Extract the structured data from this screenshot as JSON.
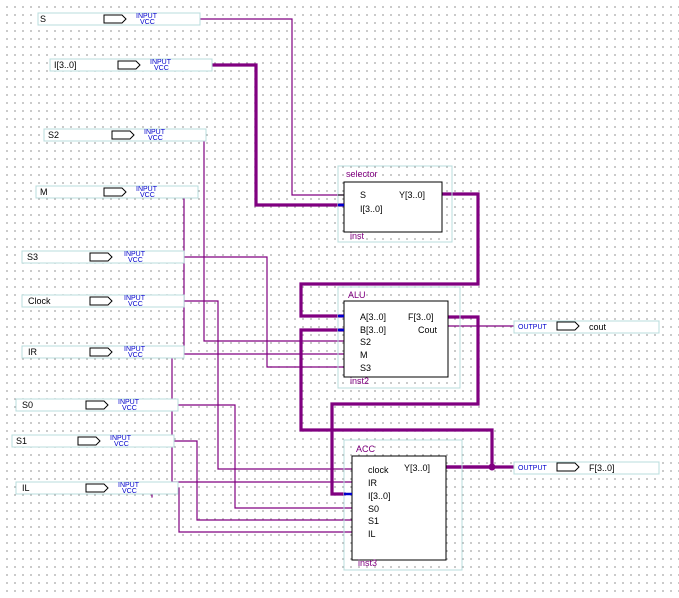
{
  "inputs": {
    "S": {
      "label": "S",
      "kind_top": "INPUT",
      "kind_bottom": "VCC"
    },
    "I": {
      "label": "I[3..0]",
      "kind_top": "INPUT",
      "kind_bottom": "VCC"
    },
    "S2": {
      "label": "S2",
      "kind_top": "INPUT",
      "kind_bottom": "VCC"
    },
    "M": {
      "label": "M",
      "kind_top": "INPUT",
      "kind_bottom": "VCC"
    },
    "S3": {
      "label": "S3",
      "kind_top": "INPUT",
      "kind_bottom": "VCC"
    },
    "Clock": {
      "label": "Clock",
      "kind_top": "INPUT",
      "kind_bottom": "VCC"
    },
    "IR": {
      "label": "IR",
      "kind_top": "INPUT",
      "kind_bottom": "VCC"
    },
    "S0": {
      "label": "S0",
      "kind_top": "INPUT",
      "kind_bottom": "VCC"
    },
    "S1": {
      "label": "S1",
      "kind_top": "INPUT",
      "kind_bottom": "VCC"
    },
    "IL": {
      "label": "IL",
      "kind_top": "INPUT",
      "kind_bottom": "VCC"
    }
  },
  "outputs": {
    "cout": {
      "label": "cout",
      "kind": "OUTPUT"
    },
    "F": {
      "label": "F[3..0]",
      "kind": "OUTPUT"
    }
  },
  "blocks": {
    "selector": {
      "title": "selector",
      "instance": "inst",
      "ports_in": [
        "S",
        "I[3..0]"
      ],
      "port_out": "Y[3..0]"
    },
    "alu": {
      "title": "ALU",
      "instance": "inst2",
      "ports_in": [
        "A[3..0]",
        "B[3..0]",
        "S2",
        "M",
        "S3"
      ],
      "ports_out": [
        "F[3..0]",
        "Cout"
      ]
    },
    "acc": {
      "title": "ACC",
      "instance": "inst3",
      "ports_in": [
        "clock",
        "IR",
        "I[3..0]",
        "S0",
        "S1",
        "IL"
      ],
      "port_out": "Y[3..0]"
    }
  },
  "colors": {
    "wire": "#800080",
    "border": "#b8dcdc",
    "kind_text": "#0000cc",
    "grid": "#9a9a9a"
  }
}
